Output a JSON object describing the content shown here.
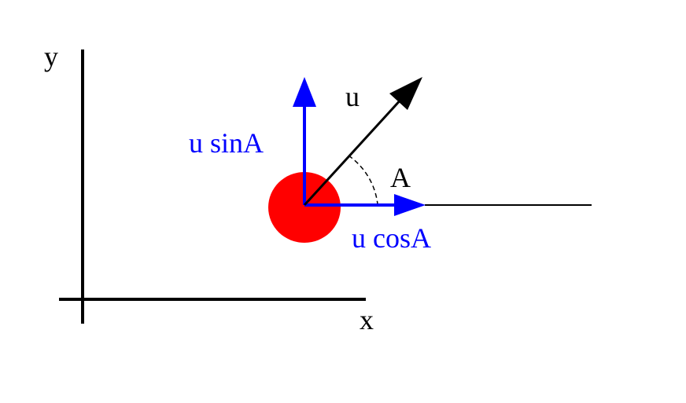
{
  "labels": {
    "y_axis": "y",
    "x_axis": "x",
    "velocity": "u",
    "angle": "A",
    "vertical_component": "u sinA",
    "horizontal_component": "u cosA"
  },
  "colors": {
    "axes": "#000000",
    "velocity_vector": "#000000",
    "component_vectors": "#0000ff",
    "component_labels": "#0000ff",
    "particle": "#ff0000",
    "reference_line": "#000000",
    "angle_arc": "#000000"
  }
}
